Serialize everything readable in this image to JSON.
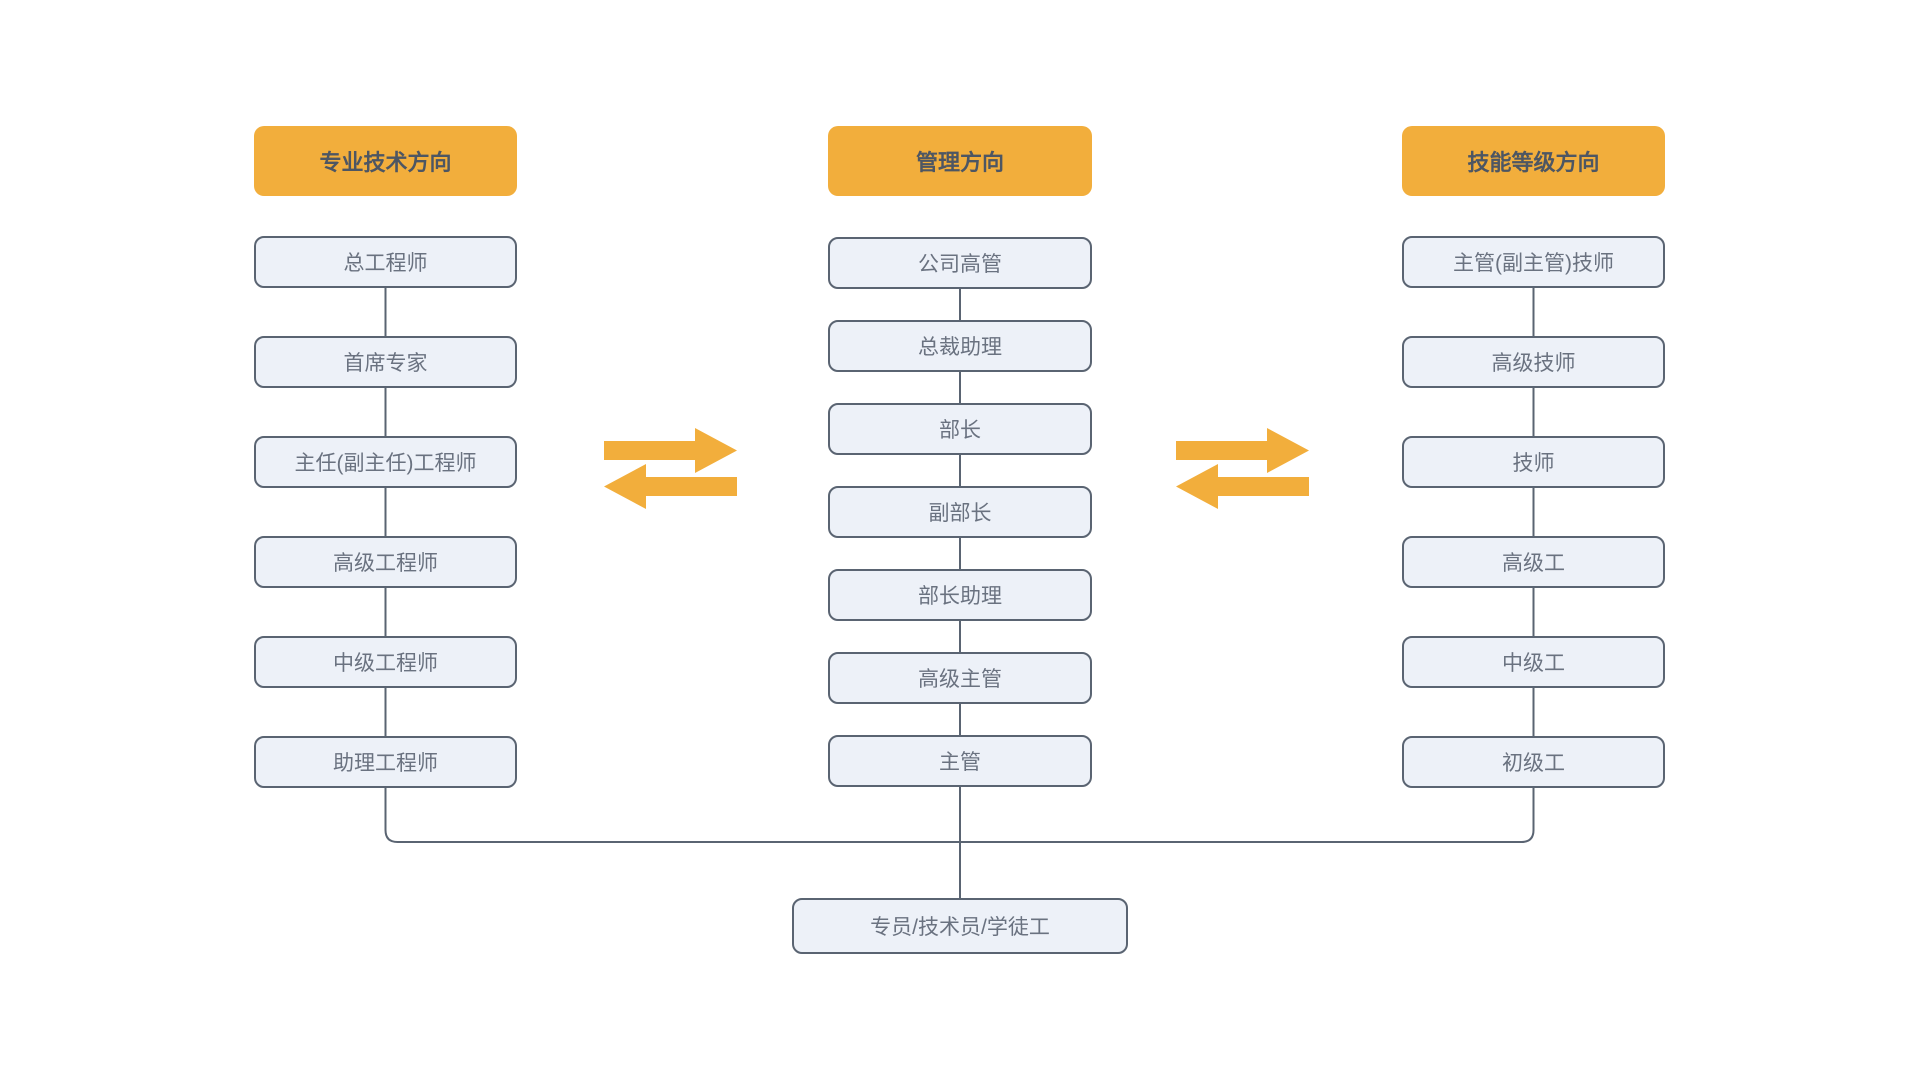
{
  "diagram": {
    "title": "career-development-paths",
    "columns": [
      {
        "header": "专业技术方向",
        "items": [
          "总工程师",
          "首席专家",
          "主任(副主任)工程师",
          "高级工程师",
          "中级工程师",
          "助理工程师"
        ]
      },
      {
        "header": "管理方向",
        "items": [
          "公司高管",
          "总裁助理",
          "部长",
          "副部长",
          "部长助理",
          "高级主管",
          "主管"
        ]
      },
      {
        "header": "技能等级方向",
        "items": [
          "主管(副主管)技师",
          "高级技师",
          "技师",
          "高级工",
          "中级工",
          "初级工"
        ]
      }
    ],
    "base_item": "专员/技术员/学徒工",
    "icons": [
      "bidirectional-swap-arrow-left",
      "bidirectional-swap-arrow-right"
    ],
    "colors": {
      "header_bg": "#F2AE3C",
      "arrow": "#F2AE3C",
      "box_bg": "#EDF1F8",
      "box_border": "#5A6472",
      "line": "#5A6472",
      "header_text": "#4D5663",
      "item_text": "#6A7280",
      "page_bg": "#FFFFFF"
    }
  }
}
